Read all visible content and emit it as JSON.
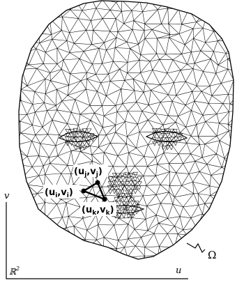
{
  "labels": {
    "vertex_j": "(u",
    "vertex_j_sub": "j",
    "vertex_j_mid": ",v",
    "vertex_j_sub2": "j",
    "vertex_j_close": ")",
    "vertex_i": "(u",
    "vertex_i_sub": "i",
    "vertex_i_mid": ",v",
    "vertex_i_sub2": "i",
    "vertex_i_close": ")",
    "vertex_k": "(u",
    "vertex_k_sub": "k",
    "vertex_k_mid": ",v",
    "vertex_k_sub2": "k",
    "vertex_k_close": ")",
    "omega": "Ω",
    "axis_u": "u",
    "axis_v": "v",
    "plane_R": "ℝ",
    "plane_R_sup": "2"
  }
}
